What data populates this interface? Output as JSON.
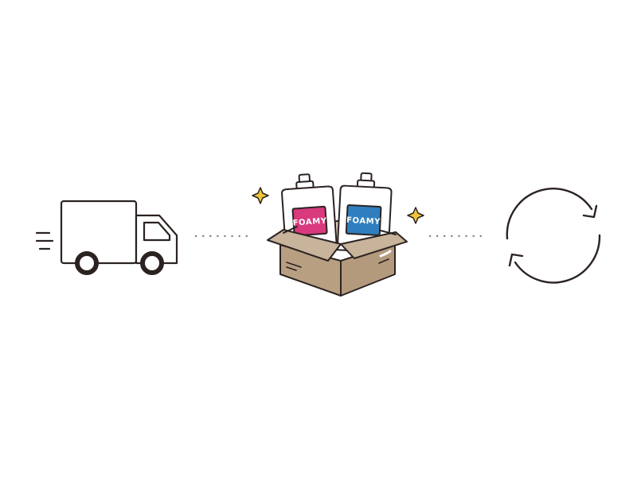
{
  "steps": [
    {
      "name": "delivery",
      "icon": "delivery-truck-icon"
    },
    {
      "name": "package",
      "icon": "open-box-icon"
    },
    {
      "name": "repeat",
      "icon": "refresh-cycle-icon"
    }
  ],
  "products": [
    {
      "label": "FOAMY",
      "color": "#d9397d"
    },
    {
      "label": "FOAMY",
      "color": "#2f7fc0"
    }
  ],
  "colors": {
    "line": "#2b2321",
    "box": "#b99f82",
    "box_inner": "#d8c8b5",
    "box_dark": "#9c8468",
    "sparkle": "#f0c53a",
    "dots": "#8a7f78"
  }
}
